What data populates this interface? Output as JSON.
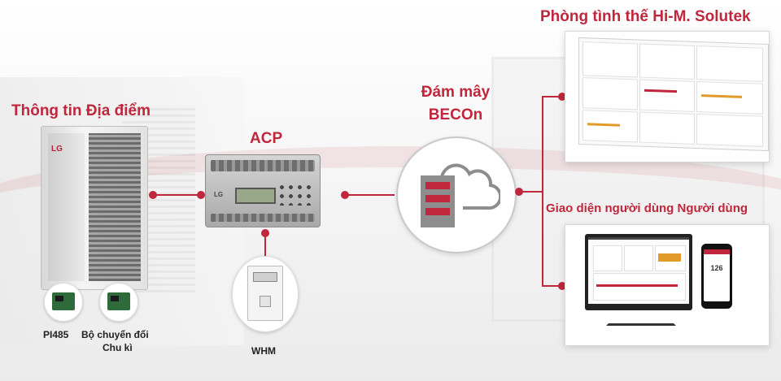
{
  "title_right": "Phòng tình thế Hi-M. Solutek",
  "site_info": "Thông tin Địa điểm",
  "acp": "ACP",
  "cloud_line1": "Đám mây",
  "cloud_line2": "BECOn",
  "user_ui": "Giao diện người dùng Người dùng",
  "pi485": "PI485",
  "cycle_line1": "Bộ chuyển đổi",
  "cycle_line2": "Chu kì",
  "whm": "WHM",
  "brand_odu": "LG",
  "brand_acp": "LG",
  "phone_value": "126",
  "colors": {
    "accent": "#c0263c",
    "background": "#f3f3f3"
  },
  "icons": [
    "outdoor-unit-icon",
    "pcb-board-icon",
    "controller-icon",
    "meter-icon",
    "cloud-server-icon",
    "dashboard-screen-icon",
    "monitor-icon",
    "smartphone-icon"
  ]
}
